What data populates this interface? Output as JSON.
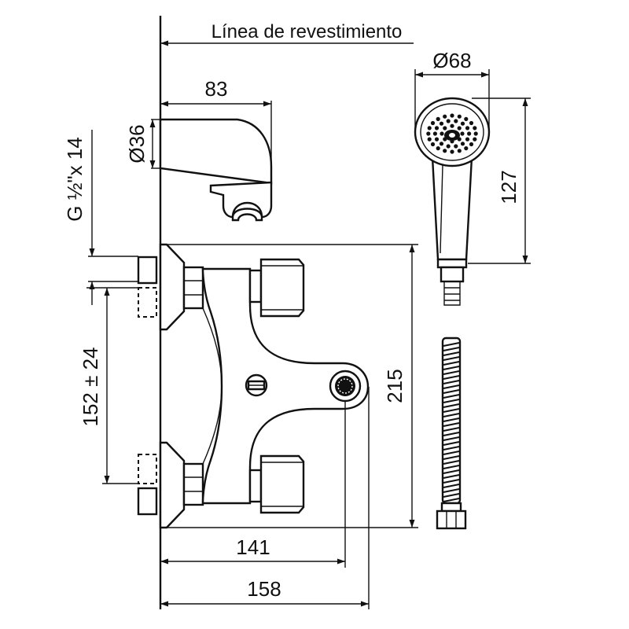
{
  "title": "Línea de revestimiento",
  "dimensions": {
    "spout_width": "83",
    "spout_diameter": "Ø36",
    "thread": "G ½\"x 14",
    "shower_head_diameter": "Ø68",
    "shower_head_length": "127",
    "inlet_spacing": "152 ± 24",
    "body_height": "215",
    "outlet_depth": "141",
    "total_depth": "158"
  }
}
